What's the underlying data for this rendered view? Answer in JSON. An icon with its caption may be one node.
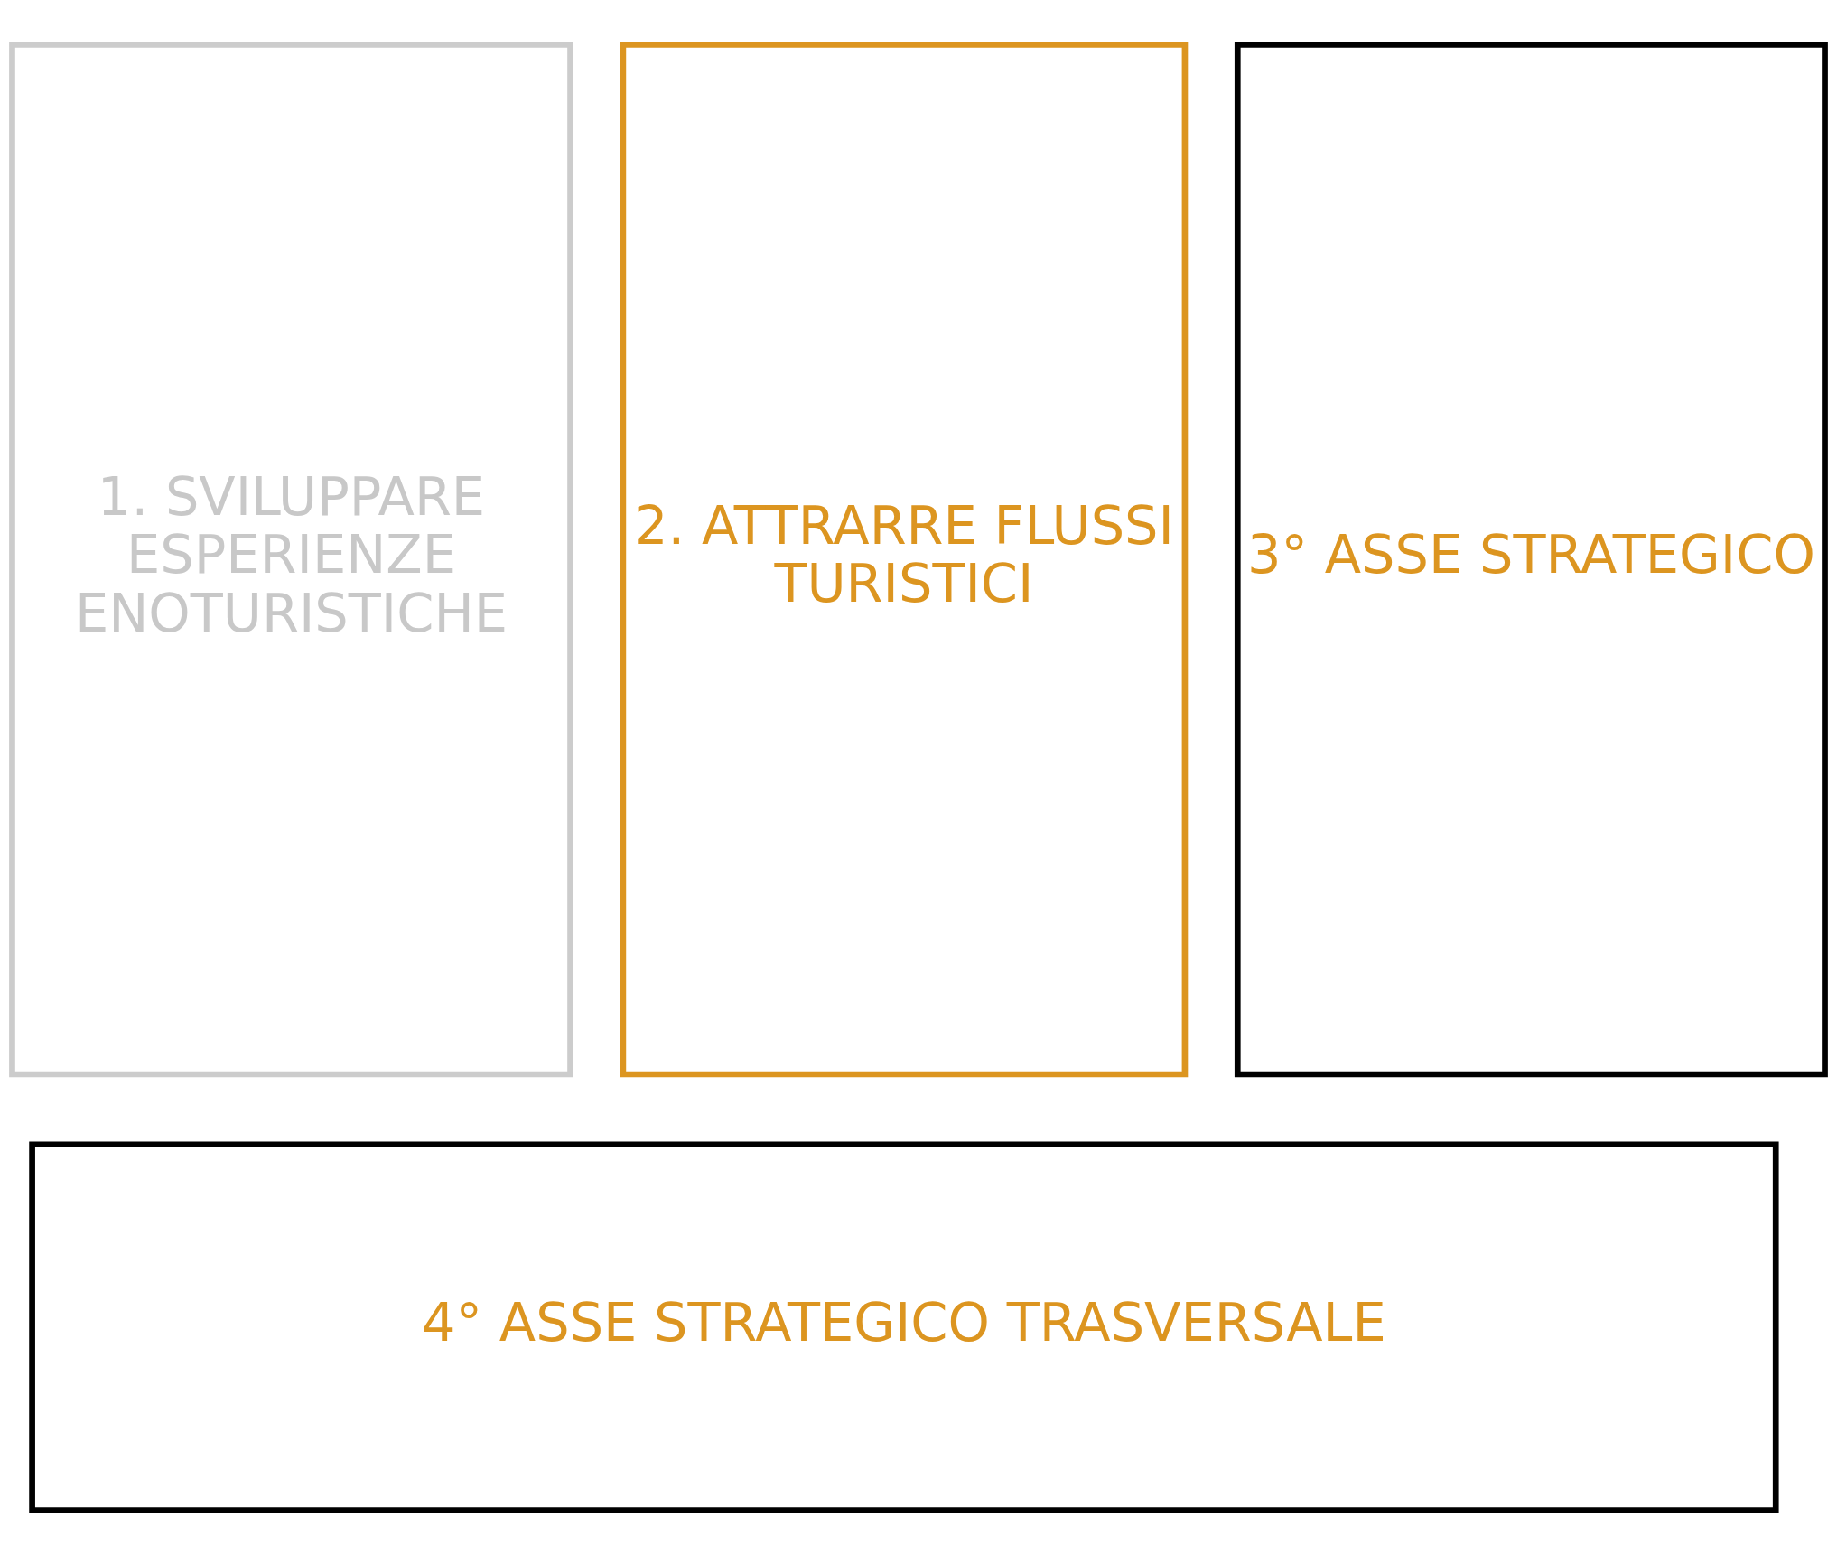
{
  "diagram": {
    "nodes": [
      {
        "text": [
          "1. SVILUPPARE ESPERIENZE ENOTURISTICHE"
        ]
      },
      {
        "text": [
          "2. ATTRARRE FLUSSI TURISTICI"
        ]
      },
      {
        "text": [
          "3° ASSE STRATEGICO"
        ]
      },
      {
        "text": [
          "4° ASSE STRATEGICO TRASVERSALE"
        ]
      }
    ]
  }
}
